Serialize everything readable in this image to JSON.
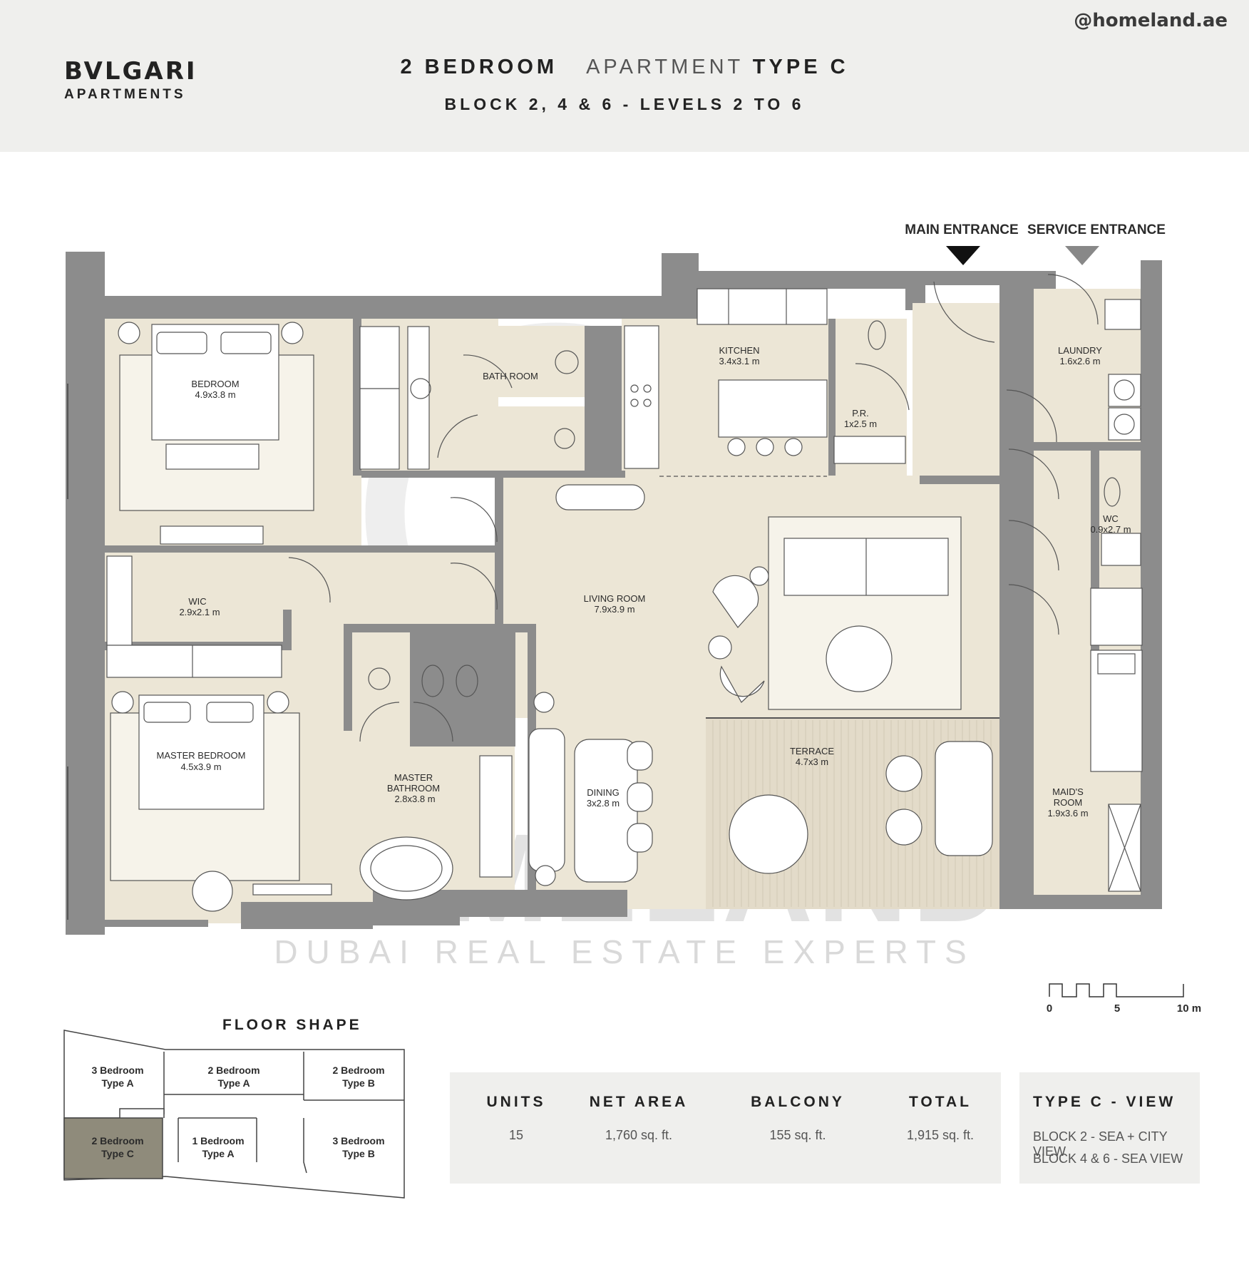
{
  "header": {
    "handle": "@homeland.ae",
    "brand_line1": "BVLGARI",
    "brand_line2": "APARTMENTS",
    "title_bedroom": "2 BEDROOM",
    "title_apartment": "APARTMENT",
    "title_type": "TYPE C",
    "subtitle": "BLOCK 2, 4 & 6 - LEVELS 2 TO 6"
  },
  "entrances": {
    "main": "MAIN ENTRANCE",
    "service": "SERVICE ENTRANCE"
  },
  "rooms": {
    "bedroom": {
      "name": "BEDROOM",
      "size": "4.9x3.8 m"
    },
    "bathroom": {
      "name": "BATH ROOM"
    },
    "kitchen": {
      "name": "KITCHEN",
      "size": "3.4x3.1 m"
    },
    "pr": {
      "name": "P.R.",
      "size": "1x2.5 m"
    },
    "laundry": {
      "name": "LAUNDRY",
      "size": "1.6x2.6 m"
    },
    "wc": {
      "name": "WC",
      "size": "0.9x2.7 m"
    },
    "wic": {
      "name": "WIC",
      "size": "2.9x2.1 m"
    },
    "living": {
      "name": "LIVING ROOM",
      "size": "7.9x3.9 m"
    },
    "master_bedroom": {
      "name": "MASTER BEDROOM",
      "size": "4.5x3.9 m"
    },
    "master_bathroom": {
      "name1": "MASTER",
      "name2": "BATHROOM",
      "size": "2.8x3.8 m"
    },
    "dining": {
      "name": "DINING",
      "size": "3x2.8 m"
    },
    "terrace": {
      "name": "TERRACE",
      "size": "4.7x3 m"
    },
    "maids_room": {
      "name1": "MAID'S",
      "name2": "ROOM",
      "size": "1.9x3.6 m"
    }
  },
  "watermark": {
    "main": "HOMELAND",
    "sub": "DUBAI REAL ESTATE EXPERTS"
  },
  "scale": {
    "t0": "0",
    "t5": "5",
    "t10": "10 m"
  },
  "floor_shape": {
    "title": "FLOOR SHAPE",
    "units": [
      {
        "l1": "3 Bedroom",
        "l2": "Type A"
      },
      {
        "l1": "2 Bedroom",
        "l2": "Type A"
      },
      {
        "l1": "2 Bedroom",
        "l2": "Type B"
      },
      {
        "l1": "2 Bedroom",
        "l2": "Type C"
      },
      {
        "l1": "1 Bedroom",
        "l2": "Type A"
      },
      {
        "l1": "3 Bedroom",
        "l2": "Type B"
      }
    ],
    "highlight_color": "#8f8b7b"
  },
  "stats": [
    {
      "label": "UNITS",
      "value": "15"
    },
    {
      "label": "NET AREA",
      "value": "1,760 sq. ft."
    },
    {
      "label": "BALCONY",
      "value": "155 sq. ft."
    },
    {
      "label": "TOTAL",
      "value": "1,915 sq. ft."
    }
  ],
  "view": {
    "title": "TYPE C - VIEW",
    "line1": "BLOCK 2 - SEA + CITY VIEW",
    "line2": "BLOCK 4 & 6 - SEA VIEW"
  },
  "colors": {
    "wall": "#8c8c8c",
    "floor": "#ece6d6",
    "terrace": "#e3dbc9",
    "header_bg": "#efefed"
  }
}
